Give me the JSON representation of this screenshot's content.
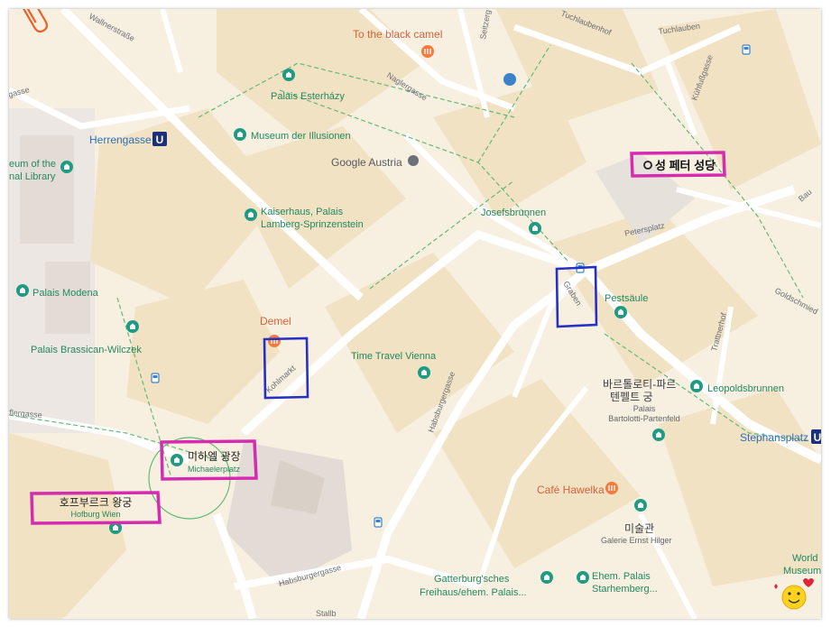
{
  "places": {
    "black_camel": "To the black camel",
    "palais_esterhazy": "Palais Esterházy",
    "museum_illusionen": "Museum der Illusionen",
    "herrengasse": "Herrengasse",
    "google_austria": "Google Austria",
    "national_library_1": "eum of the",
    "national_library_2": "nal Library",
    "kaiserhaus_1": "Kaiserhaus, Palais",
    "kaiserhaus_2": "Lamberg-Sprinzenstein",
    "josefsbrunnen": "Josefsbrunnen",
    "palais_modena": "Palais Modena",
    "demel": "Demel",
    "pestsaeule": "Pestsäule",
    "palais_brassican": "Palais Brassican-Wilczek",
    "time_travel": "Time Travel Vienna",
    "bartolotti_kr_1": "바르톨로티-파르",
    "bartolotti_kr_2": "텐펠트 궁",
    "bartolotti_1": "Palais",
    "bartolotti_2": "Bartolotti-Partenfeld",
    "leopoldsbrunnen": "Leopoldsbrunnen",
    "stephansplatz": "Stephansplatz",
    "michaelerplatz_kr": "미하엘 광장",
    "michaelerplatz": "Michaelerplatz",
    "hofburg_kr": "호프부르크 왕궁",
    "hofburg": "Hofburg Wien",
    "cafe_hawelka": "Café Hawelka",
    "gallery_kr": "미술관",
    "gallery": "Galerie Ernst Hilger",
    "gatterburg_1": "Gatterburg'sches",
    "gatterburg_2": "Freihaus/ehem. Palais...",
    "starhemberg_1": "Ehem. Palais",
    "starhemberg_2": "Starhemberg...",
    "world_museum_1": "World",
    "world_museum_2": "Museum",
    "st_peter_kr": "성 페터 성당"
  },
  "streets": {
    "wallnerstrasse": "Wallnerstraße",
    "naglergasse": "Naglergasse",
    "seitzergasse": "Seitzerg",
    "tuchlaubenhof": "Tuchlaubenhof",
    "tuchlauben": "Tuchlauben",
    "kuehfussgasse": "Kühfußgasse",
    "petersplatz": "Petersplatz",
    "graben": "Graben",
    "kohlmarkt": "Kohlmarkt",
    "habsburgergasse": "Habsburgergasse",
    "habsburgergasse_2": "Habsburgergasse",
    "trattnerhof": "Trattnerhof",
    "goldschmiedgasse": "Goldschmied",
    "baugasse": "Bau",
    "schauflergasse": "flergasse",
    "gasse_left": "gasse",
    "stallburg": "Stallb"
  },
  "metro_badge": "U",
  "stephansplatz_badge": "U",
  "st_peter_marker": "O",
  "colors": {
    "land": "#f7efe0",
    "block": "#f1e2c4",
    "road": "#ffffff",
    "park_line": "#64b979",
    "pink_highlight": "#d62bb0",
    "blue_box": "#2431c4",
    "poi_teal": "#1e9b82",
    "poi_orange": "#f07d3f",
    "metro": "#1b2f7a"
  }
}
